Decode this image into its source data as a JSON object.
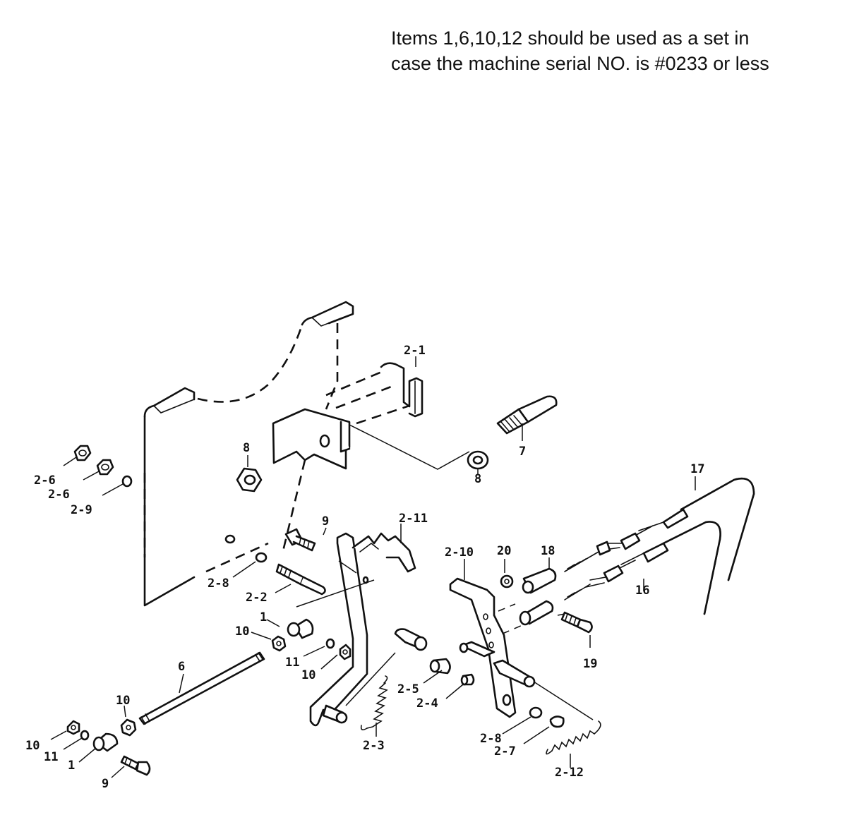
{
  "note": {
    "line1": "Items 1,6,10,12 should be used as a set in",
    "line2": "case the machine serial NO. is #0233 or less"
  },
  "callouts": [
    {
      "key": "c_2_1",
      "text": "2-1"
    },
    {
      "key": "c_7",
      "text": "7"
    },
    {
      "key": "c_8a",
      "text": "8"
    },
    {
      "key": "c_8b",
      "text": "8"
    },
    {
      "key": "c_2_6a",
      "text": "2-6"
    },
    {
      "key": "c_2_6b",
      "text": "2-6"
    },
    {
      "key": "c_2_9",
      "text": "2-9"
    },
    {
      "key": "c_9a",
      "text": "9"
    },
    {
      "key": "c_2_11",
      "text": "2-11"
    },
    {
      "key": "c_17",
      "text": "17"
    },
    {
      "key": "c_20",
      "text": "20"
    },
    {
      "key": "c_18",
      "text": "18"
    },
    {
      "key": "c_2_10",
      "text": "2-10"
    },
    {
      "key": "c_16",
      "text": "16"
    },
    {
      "key": "c_2_8a",
      "text": "2-8"
    },
    {
      "key": "c_2_2",
      "text": "2-2"
    },
    {
      "key": "c_1a",
      "text": "1"
    },
    {
      "key": "c_10a",
      "text": "10"
    },
    {
      "key": "c_11a",
      "text": "11"
    },
    {
      "key": "c_10b",
      "text": "10"
    },
    {
      "key": "c_19",
      "text": "19"
    },
    {
      "key": "c_6",
      "text": "6"
    },
    {
      "key": "c_2_5",
      "text": "2-5"
    },
    {
      "key": "c_2_4",
      "text": "2-4"
    },
    {
      "key": "c_10c",
      "text": "10"
    },
    {
      "key": "c_10d",
      "text": "10"
    },
    {
      "key": "c_11b",
      "text": "11"
    },
    {
      "key": "c_1b",
      "text": "1"
    },
    {
      "key": "c_9b",
      "text": "9"
    },
    {
      "key": "c_2_3",
      "text": "2-3"
    },
    {
      "key": "c_2_8b",
      "text": "2-8"
    },
    {
      "key": "c_2_7",
      "text": "2-7"
    },
    {
      "key": "c_2_12",
      "text": "2-12"
    }
  ]
}
